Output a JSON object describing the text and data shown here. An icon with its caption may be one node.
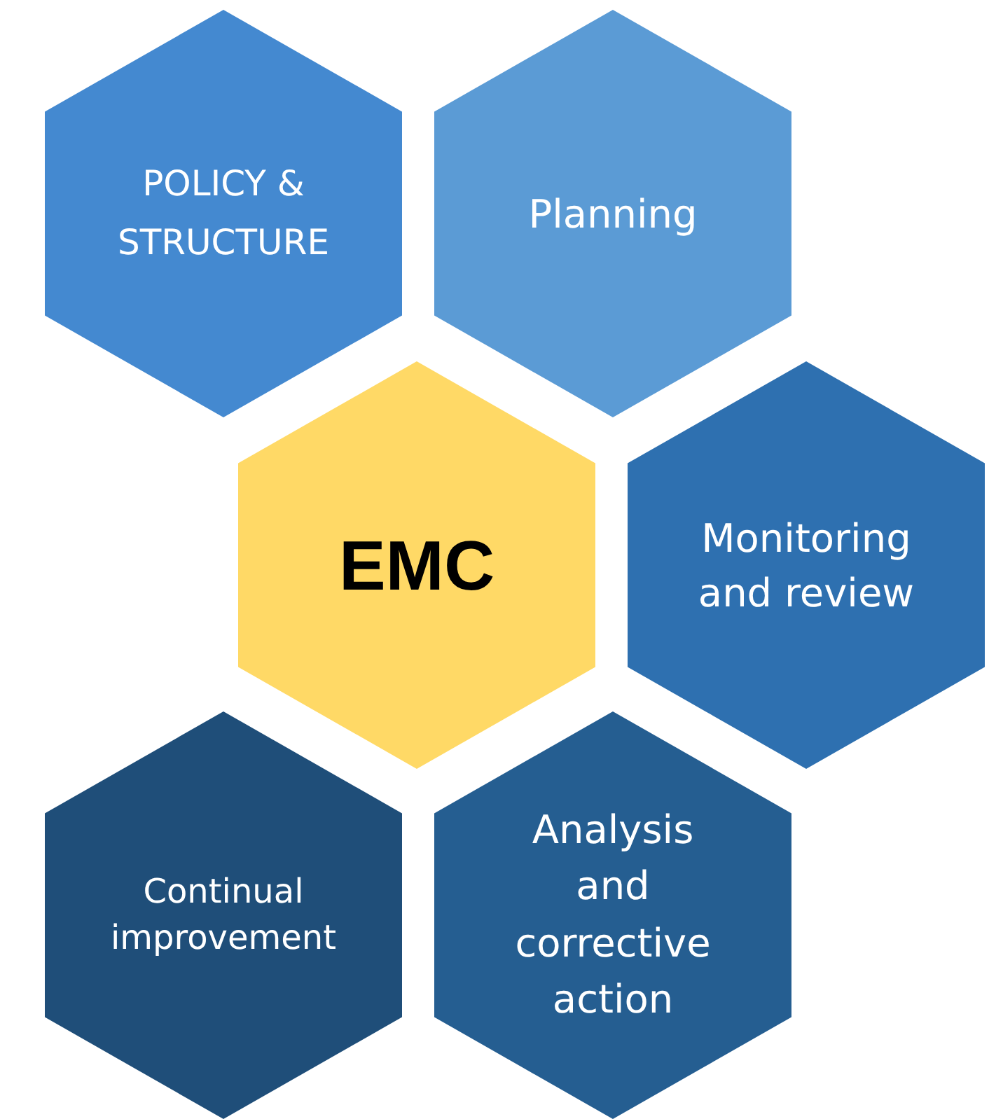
{
  "diagram": {
    "nodes": [
      {
        "text": [
          "POLICY & STRUCTURE"
        ]
      },
      {
        "text": [
          "Planning"
        ]
      },
      {
        "text": [
          "EMC"
        ]
      },
      {
        "text": [
          "Monitoring and review"
        ]
      },
      {
        "text": [
          "Continual improvement"
        ]
      },
      {
        "text": [
          "Analysis and corrective action"
        ]
      }
    ]
  }
}
